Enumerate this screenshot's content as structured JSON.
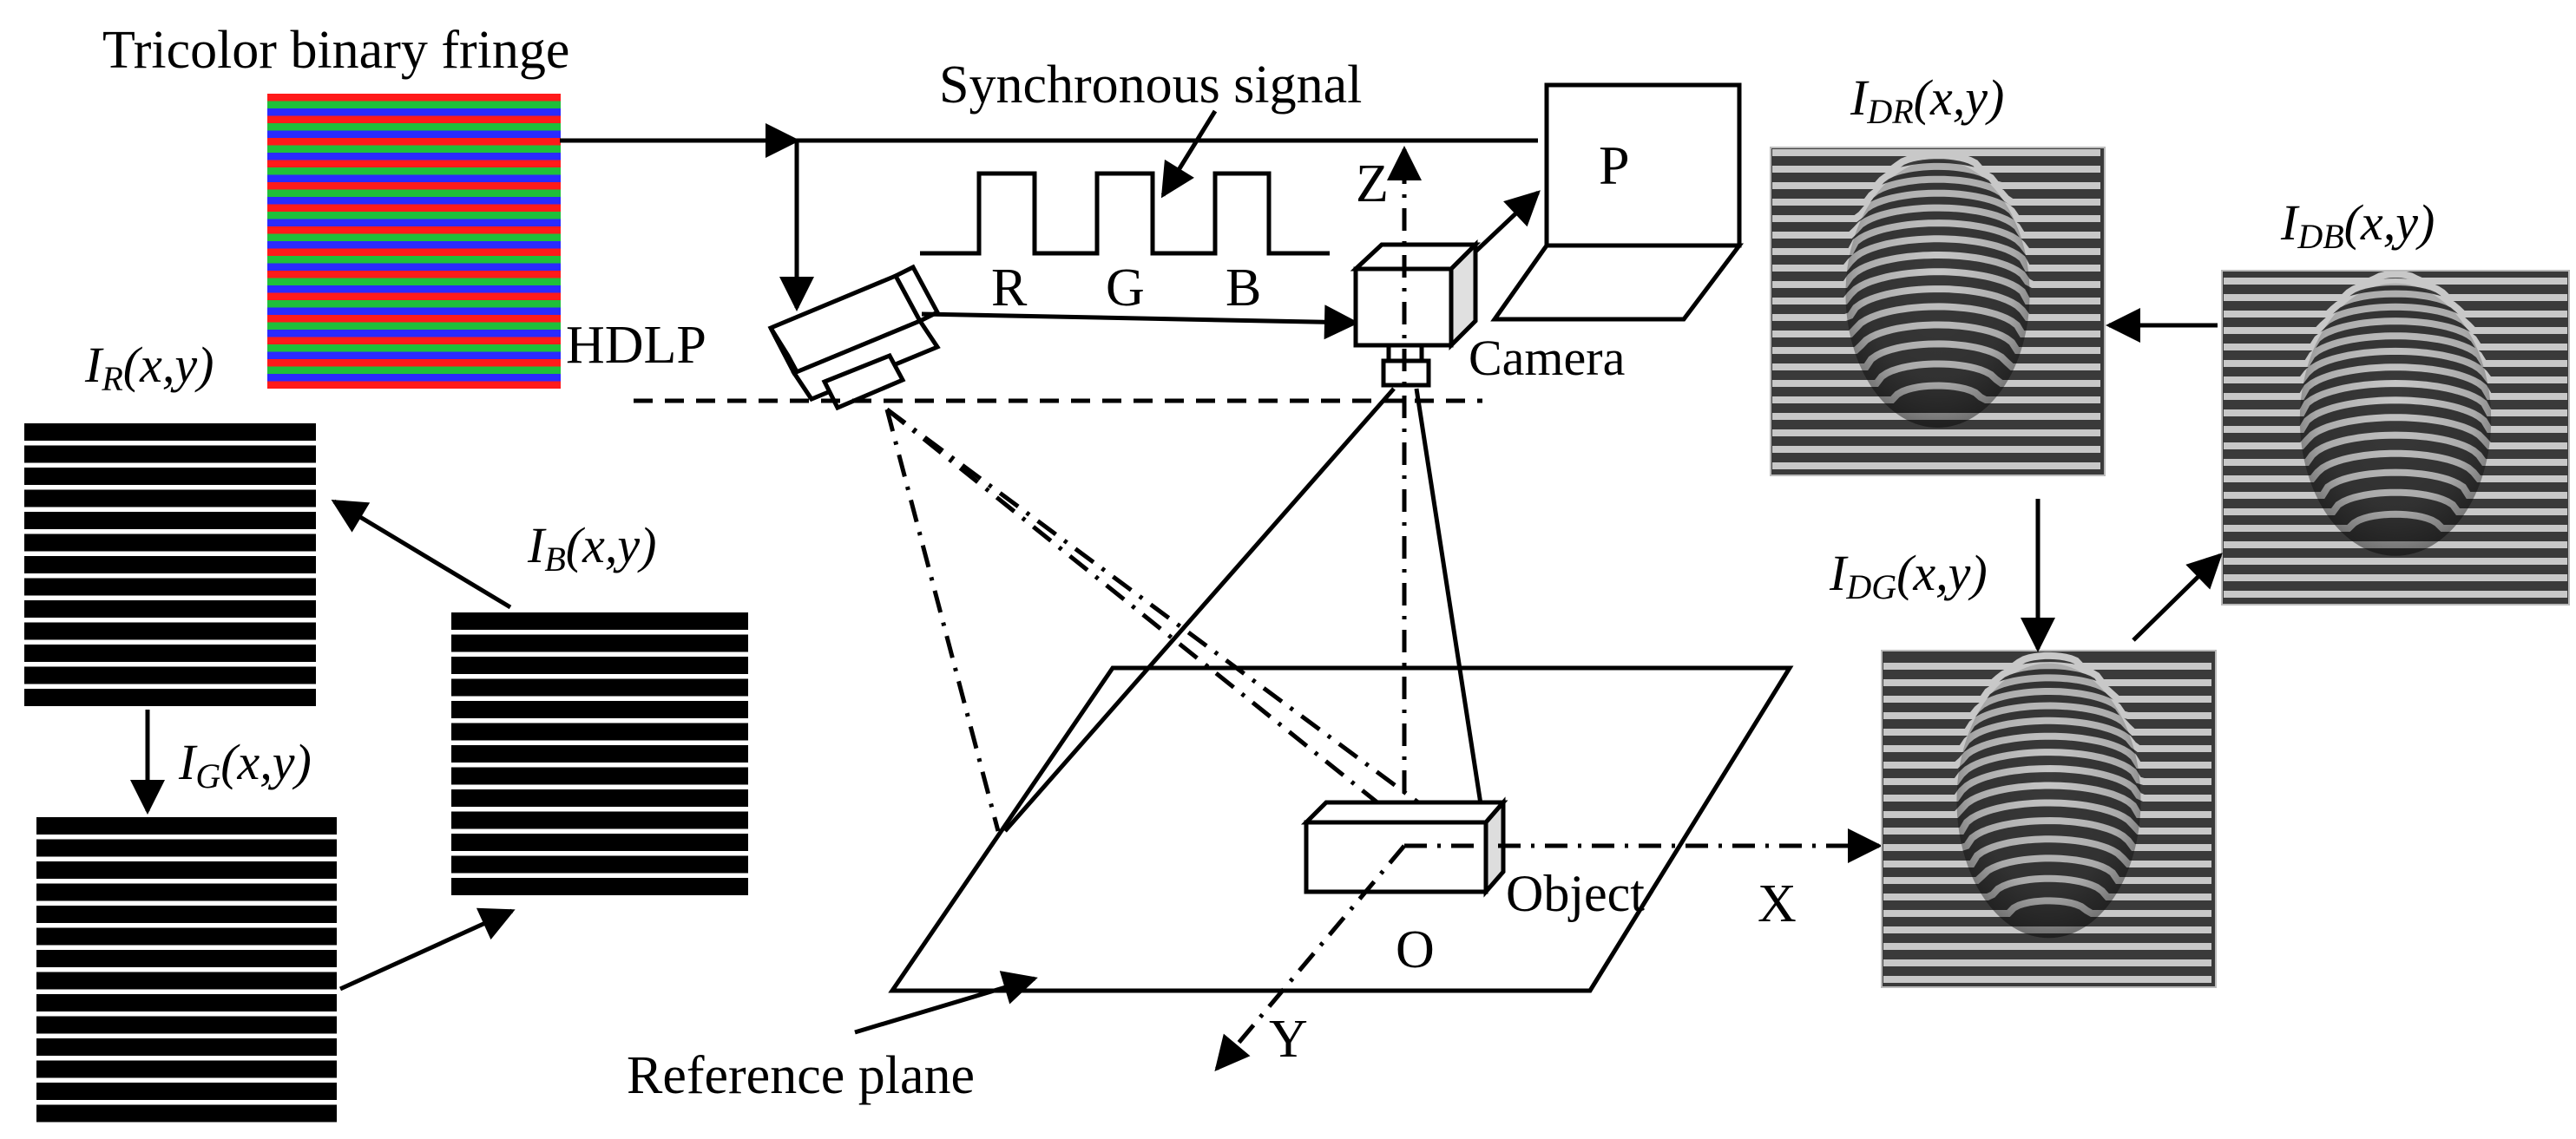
{
  "labels": {
    "fringe_title": "Tricolor binary fringe",
    "sync_signal": "Synchronous signal",
    "sync_r": "R",
    "sync_g": "G",
    "sync_b": "B",
    "projector": "HDLP",
    "camera": "Camera",
    "computer": "P",
    "axis_z": "Z",
    "axis_x": "X",
    "axis_y": "Y",
    "origin": "O",
    "object": "Object",
    "reference_plane": "Reference plane"
  },
  "fringe_labels": {
    "ir": {
      "main": "I",
      "sub": "R",
      "rest": "(x,y)"
    },
    "ig": {
      "main": "I",
      "sub": "G",
      "rest": "(x,y)"
    },
    "ib": {
      "main": "I",
      "sub": "B",
      "rest": "(x,y)"
    }
  },
  "deformed_labels": {
    "idr": {
      "main": "I",
      "sub": "DR",
      "rest": "(x,y)"
    },
    "idg": {
      "main": "I",
      "sub": "DG",
      "rest": "(x,y)"
    },
    "idb": {
      "main": "I",
      "sub": "DB",
      "rest": "(x,y)"
    }
  },
  "colors": {
    "fringe_red": "#ff1a1a",
    "fringe_green": "#1fbf3a",
    "fringe_blue": "#2a2aff",
    "line": "#000000",
    "deformed_bg": "#3a3a3a",
    "deformed_stripe": "#c8c8c8"
  }
}
